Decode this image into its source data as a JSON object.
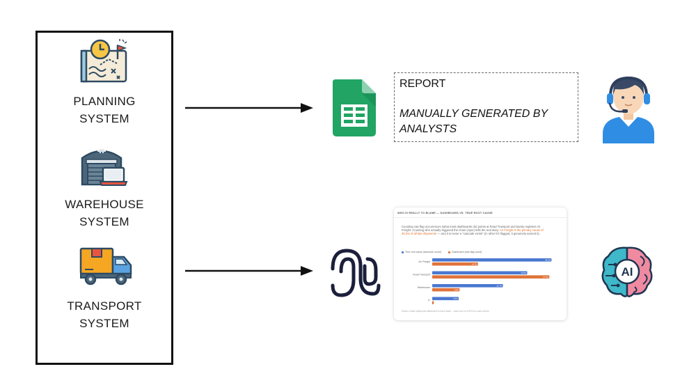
{
  "systems": [
    {
      "line1": "PLANNING",
      "line2": "SYSTEM",
      "icon": "planning-map-icon"
    },
    {
      "line1": "WAREHOUSE",
      "line2": "SYSTEM",
      "icon": "warehouse-icon"
    },
    {
      "line1": "TRANSPORT",
      "line2": "SYSTEM",
      "icon": "truck-icon"
    }
  ],
  "report": {
    "title": "REPORT",
    "subtitle_line1": "MANUALLY GENERATED BY",
    "subtitle_line2": "ANALYSTS"
  },
  "dashboard": {
    "title": "WHO IS REALLY TO BLAME — DASHBOARD VS. TRUE ROOT CAUSE",
    "para_a": "Counting raw flag occurrences (what most dashboards do) points at Road Transport and barely registers Air Freight. Counting who actually triggered the chain (viyer) tells the real story: ",
    "para_hl": "Air Freight is the primary cause of 38.3% of all late shipments",
    "para_b": " — and it is never a \"cascade victim\" (in other it's flagged, it genuinely earned it).",
    "legend_true": "True root cause (absolute count)",
    "legend_dash": "Dashboard (raw flag count)",
    "footer": "Share of late shipments attributed to each team – bars sum to 100% for each series",
    "colors": {
      "true": "#4a78d1",
      "dash": "#e0733a"
    }
  },
  "chart_data": {
    "type": "bar",
    "orientation": "horizontal",
    "categories": [
      "Air Freight",
      "Road Transport",
      "Warehouse",
      "IT"
    ],
    "series": [
      {
        "name": "True root cause (absolute count)",
        "values": [
          38.3,
          30.5,
          22.7,
          8.5
        ],
        "labels": [
          "38.3%",
          "30.5%",
          "22.7%",
          "8.5%"
        ]
      },
      {
        "name": "Dashboard (raw flag count)",
        "values": [
          14.7,
          37.6,
          8.8,
          0.5
        ],
        "labels": [
          "14.7%",
          "37.6%",
          "8.8%",
          ""
        ]
      }
    ],
    "xlim": [
      0,
      40
    ],
    "grid": false,
    "legend": "top-left"
  }
}
